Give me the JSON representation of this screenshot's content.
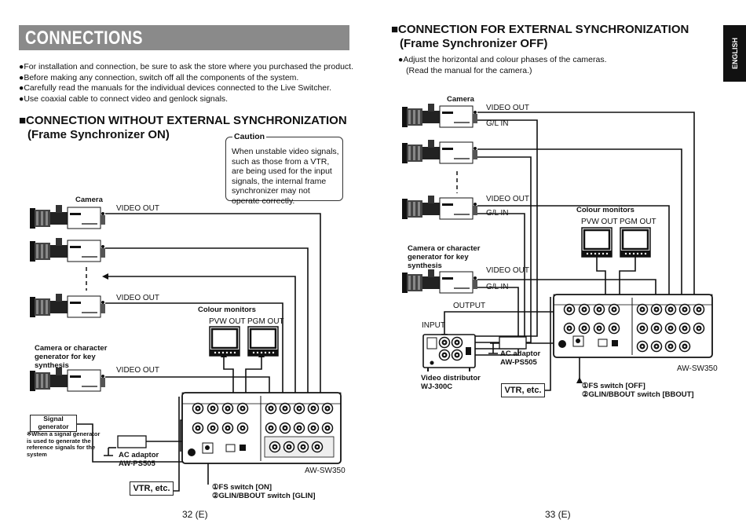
{
  "page": {
    "title": "CONNECTIONS",
    "side_tab": "ENGLISH",
    "page_left": "32 (E)",
    "page_right": "33 (E)"
  },
  "left": {
    "bullets": [
      "●For installation and connection, be sure to ask the store where you purchased the product.",
      "●Before making any connection, switch off all the components of the system.",
      "●Carefully read the manuals for the individual devices connected to the Live Switcher.",
      "●Use coaxial cable to connect video and genlock signals."
    ],
    "heading_line1": "■CONNECTION WITHOUT EXTERNAL SYNCHRONIZATION",
    "heading_line2": "(Frame Synchronizer ON)",
    "caution_title": "Caution",
    "caution_text": "When unstable video signals, such as those from a VTR, are being used for the input signals, the internal frame synchronizer may not operate correctly.",
    "camera_label": "Camera",
    "video_out_1": "VIDEO OUT",
    "video_out_2": "VIDEO OUT",
    "video_out_3": "VIDEO OUT",
    "colour_monitors": "Colour monitors",
    "pvw_out": "PVW OUT",
    "pgm_out": "PGM OUT",
    "key_source_label": "Camera or character generator for key synthesis",
    "signal_generator": "Signal generator",
    "signal_note": "※When a signal generator is used to generate the reference signals for the system",
    "ac_adaptor_1": "AC adaptor",
    "ac_adaptor_2": "AW-PS505",
    "vtr": "VTR, etc.",
    "switcher_model": "AW-SW350",
    "fs_switch": "①FS switch [ON]",
    "glin_switch": "②GLIN/BBOUT switch [GLIN]"
  },
  "right": {
    "heading_line1": "■CONNECTION FOR EXTERNAL SYNCHRONIZATION",
    "heading_line2": "(Frame Synchronizer OFF)",
    "note_line1": "●Adjust the horizontal and colour phases of the cameras.",
    "note_line2": "(Read the manual for the camera.)",
    "camera_label": "Camera",
    "video_out_1": "VIDEO OUT",
    "gl_in_1": "G/L IN",
    "video_out_2": "VIDEO OUT",
    "gl_in_2": "G/L IN",
    "colour_monitors": "Colour monitors",
    "pvw_out": "PVW OUT",
    "pgm_out": "PGM OUT",
    "key_source_label": "Camera or character generator for key synthesis",
    "video_out_3": "VIDEO OUT",
    "gl_in_3": "G/L IN",
    "output": "OUTPUT",
    "input": "INPUT",
    "ac_adaptor_1": "AC adaptor",
    "ac_adaptor_2": "AW-PS505",
    "distributor_1": "Video distributor",
    "distributor_2": "WJ-300C",
    "vtr": "VTR, etc.",
    "switcher_model": "AW-SW350",
    "fs_switch": "①FS switch [OFF]",
    "glin_switch": "②GLIN/BBOUT switch [BBOUT]"
  }
}
